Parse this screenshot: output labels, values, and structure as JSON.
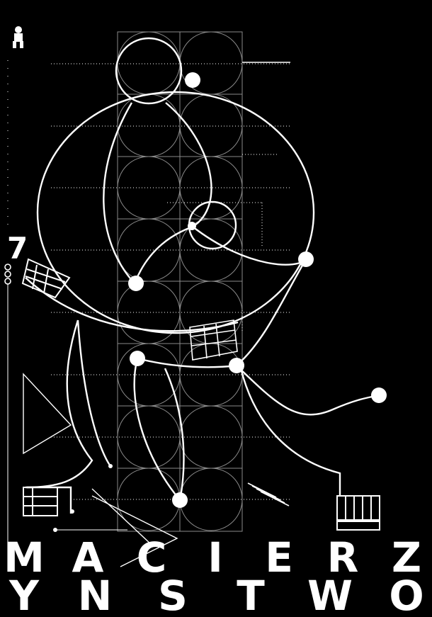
{
  "poster": {
    "number": "7",
    "title_line1": [
      "M",
      "A",
      "C",
      "I",
      "E",
      "R",
      "Z"
    ],
    "title_line2": [
      "Y",
      "N",
      "S",
      "T",
      "W",
      "O"
    ]
  },
  "colors": {
    "background": "#000000",
    "foreground": "#ffffff",
    "grid": "#8a8a8a"
  }
}
